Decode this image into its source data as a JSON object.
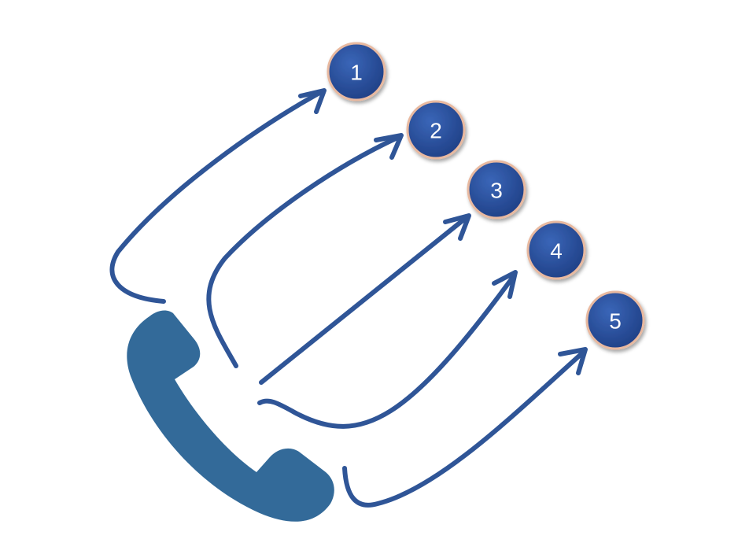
{
  "colors": {
    "arrow": "#2f5597",
    "handset": "#336a99",
    "badge_fill": "#1f3f85",
    "badge_fill_light": "#3a66b8",
    "badge_ring": "#e8b9a0",
    "badge_text": "#ffffff"
  },
  "icons": {
    "handset": "phone-handset-icon",
    "arrow": "curved-arrow-icon",
    "badge": "numbered-circle-icon"
  },
  "nodes": [
    {
      "label": "1"
    },
    {
      "label": "2"
    },
    {
      "label": "3"
    },
    {
      "label": "4"
    },
    {
      "label": "5"
    }
  ]
}
